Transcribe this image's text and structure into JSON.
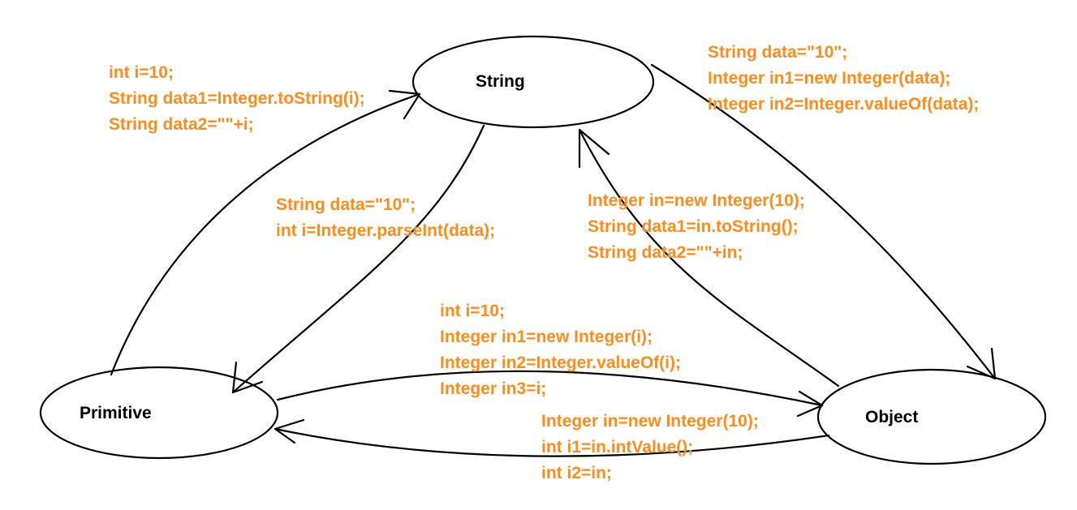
{
  "colors": {
    "annotation": "#FF8C1A",
    "stroke": "#000000"
  },
  "nodes": {
    "string": {
      "label": "String"
    },
    "primitive": {
      "label": "Primitive"
    },
    "object": {
      "label": "Object"
    }
  },
  "annotations": {
    "primitive_to_string": {
      "lines": [
        "int i=10;",
        "String data1=Integer.toString(i);",
        "String data2=\"\"+i;"
      ]
    },
    "string_to_primitive": {
      "lines": [
        "String data=\"10\";",
        "int i=Integer.parseInt(data);"
      ]
    },
    "string_to_object": {
      "lines": [
        "String data=\"10\";",
        "Integer in1=new Integer(data);",
        "Integer in2=Integer.valueOf(data);"
      ]
    },
    "object_to_string": {
      "lines": [
        "Integer in=new Integer(10);",
        "String data1=in.toString();",
        "String data2=\"\"+in;"
      ]
    },
    "primitive_to_object": {
      "lines": [
        "int i=10;",
        "Integer in1=new Integer(i);",
        "Integer in2=Integer.valueOf(i);",
        "Integer in3=i;"
      ]
    },
    "object_to_primitive": {
      "lines": [
        "Integer in=new Integer(10);",
        "int i1=in.intValue();",
        "int i2=in;"
      ]
    }
  }
}
